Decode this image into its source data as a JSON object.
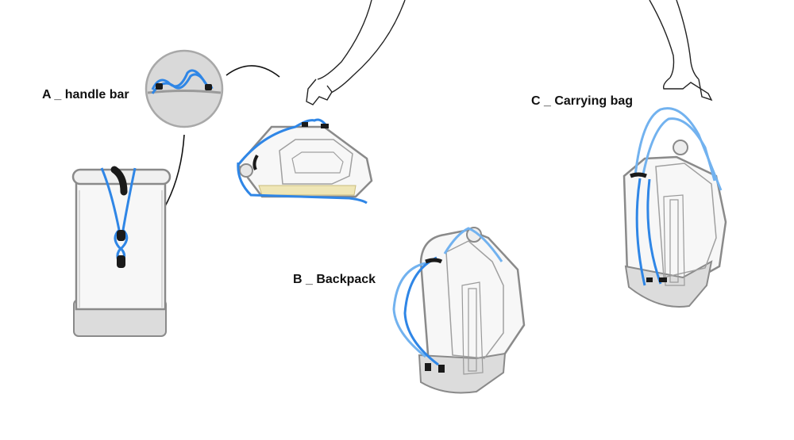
{
  "labels": {
    "a": "A _ handle bar",
    "b": "B _ Backpack",
    "c": "C _ Carrying bag"
  },
  "colors": {
    "cord": "#2f86e6",
    "cord_light": "#72b2ef",
    "outline": "#8a8a8a",
    "fill_light": "#f7f7f7",
    "fill_bottom": "#dcdcdc",
    "handle": "#1a1a1a",
    "line_art": "#222222",
    "accent_yellow": "#efe6b6"
  },
  "icons": [
    "hand-icon-left",
    "hand-icon-right",
    "zoom-detail-circle"
  ]
}
